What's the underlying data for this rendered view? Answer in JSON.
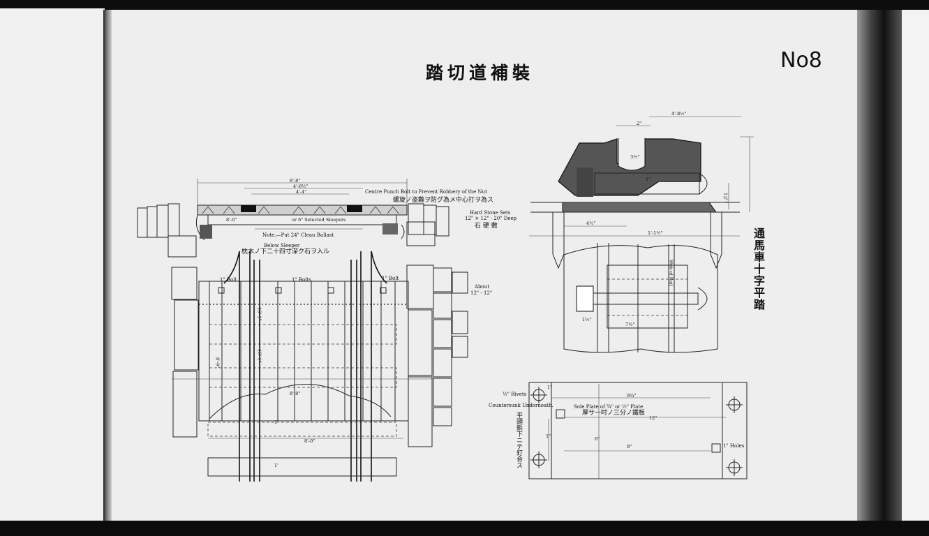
{
  "header": {
    "title": "踏切道補裝",
    "plate_number": "No8"
  },
  "side_caption": "通馬車十字平踏",
  "cross_section": {
    "dims": [
      "8'-8\"",
      "4'-8½\"",
      "4'-4\"",
      "8'-0\""
    ],
    "centre_punch_note": "Centre Punch Bolt to Prevent Robbery of the Nut",
    "centre_punch_note_jp": "螺旋ノ盗難ヲ防グ為メ中心打ヲ為ス",
    "sleeper_label": "or 6\" Selected Sleepers",
    "hard_stone_label": "Hard Stone Sets",
    "hard_stone_size": "12\" × 12\" - 20\" Deep",
    "hard_stone_jp": "石 硬 敷",
    "ballast_note": "Note.—Put 24\" Clean Ballast",
    "below_sleeper": "Below Sleeper",
    "below_sleeper_jp": "枕木ノ下二十四寸深ク石ヲ入ル"
  },
  "plan": {
    "bolt_left": "1\" Bolt",
    "bolts_mid": "1\" Bolts",
    "bolt_right": "1\" Bolt",
    "adjust_label": "About",
    "adjust_size": "12\" - 12\"",
    "dims": [
      "16'-1\"",
      "16'-1\"",
      "8'-9\"",
      "8'-8\"",
      "8'-0\"",
      "1'",
      "1'"
    ]
  },
  "rail_detail": {
    "dims": [
      "4'-8½\"",
      "2\"",
      "3½\"",
      "1\"",
      "1¾\"",
      "4½\"",
      "1'-1½\""
    ],
    "lower_dims": [
      "1½\"",
      "7½\""
    ],
    "web_label": "Web of Rail"
  },
  "sole_plate": {
    "rivets_label": "½\" Rivets",
    "countersunk_label": "Countersunk Underneath.",
    "title": "Sole Plate of ¾\" or ½\" Plate",
    "title_jp": "厚サ一吋ノ三分ノ鐵板",
    "rivets_jp": "平頭鋲下ニテ釘合ス",
    "holes_label": "1\" Holes",
    "dims": [
      "9¾\"",
      "12\"",
      "9\"",
      "1\"",
      "6\"",
      "1\""
    ]
  }
}
